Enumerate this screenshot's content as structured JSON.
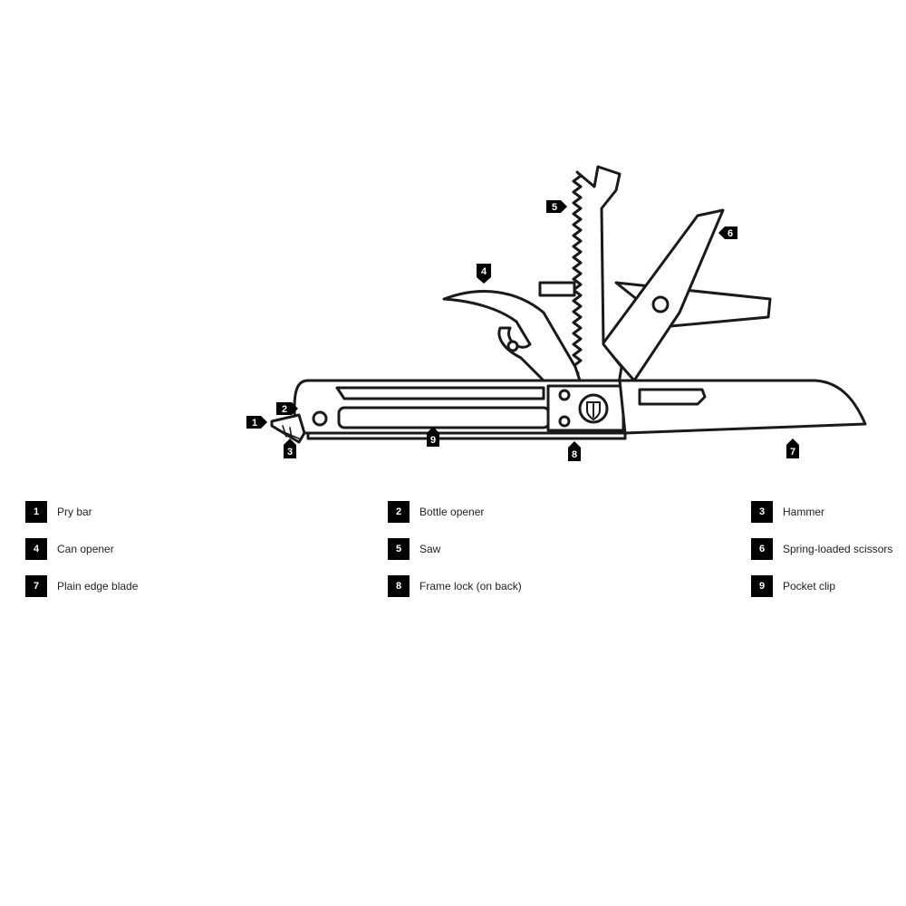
{
  "legend": [
    {
      "number": "1",
      "label": "Pry bar"
    },
    {
      "number": "2",
      "label": "Bottle opener"
    },
    {
      "number": "3",
      "label": "Hammer"
    },
    {
      "number": "4",
      "label": "Can opener"
    },
    {
      "number": "5",
      "label": "Saw"
    },
    {
      "number": "6",
      "label": "Spring-loaded scissors"
    },
    {
      "number": "7",
      "label": "Plain edge blade"
    },
    {
      "number": "8",
      "label": "Frame lock (on back)"
    },
    {
      "number": "9",
      "label": "Pocket clip"
    }
  ],
  "colors": {
    "line": "#1a1a1a",
    "badge": "#000000",
    "background": "#ffffff"
  },
  "icons": {
    "handle_logo": "shield-logo-icon"
  }
}
